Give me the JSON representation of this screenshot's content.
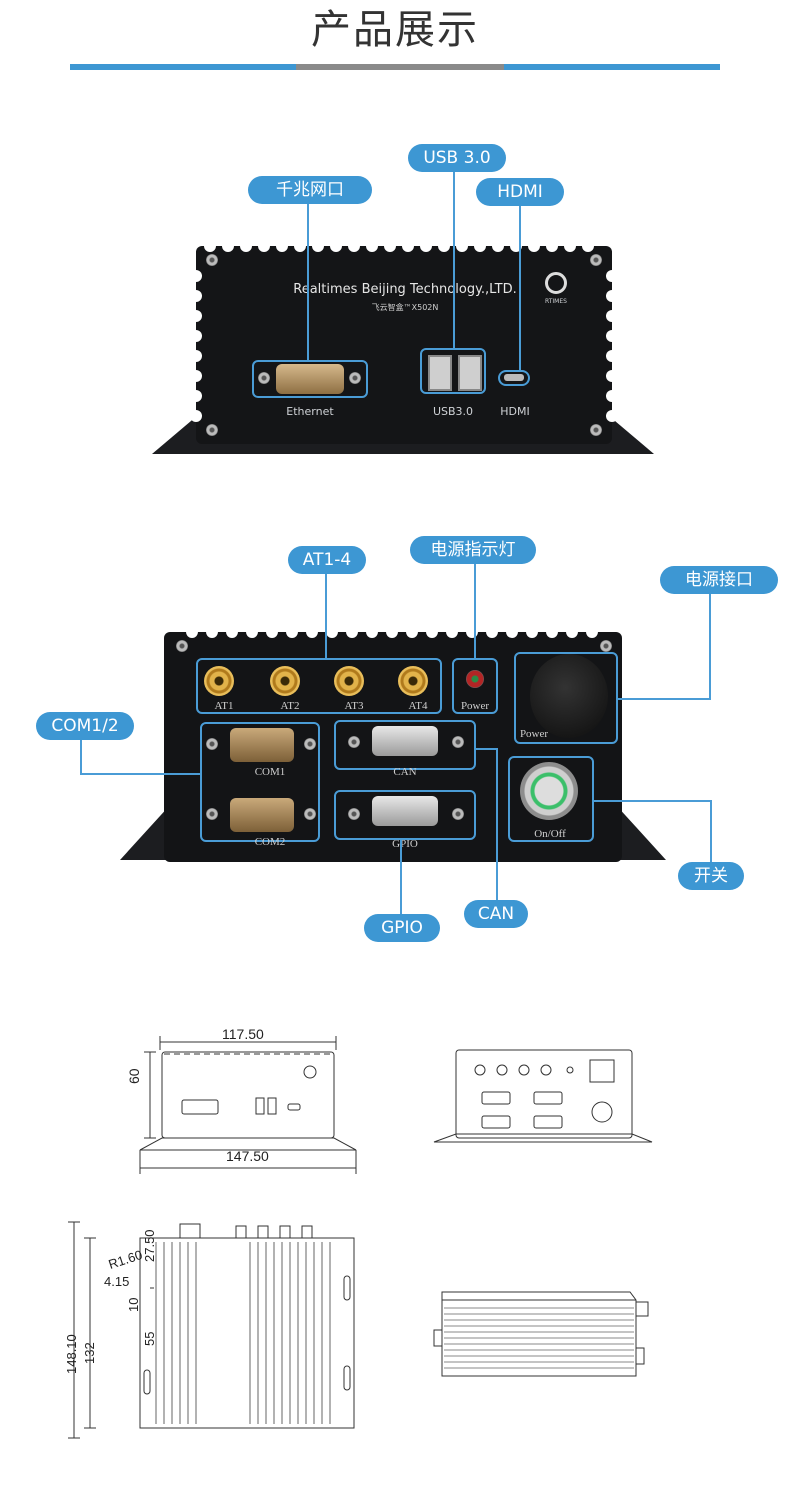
{
  "page": {
    "title": "产品展示",
    "colors": {
      "accent": "#3d97d3",
      "divider_mid": "#888888"
    }
  },
  "front": {
    "brand": "Realtimes Beijing Technology.,LTD.",
    "model": "飞云智盒™X502N",
    "logo_text": "RTIMES",
    "callouts": {
      "ethernet": "千兆网口",
      "usb": "USB 3.0",
      "hdmi": "HDMI"
    },
    "port_labels": {
      "ethernet": "Ethernet",
      "usb": "USB3.0",
      "hdmi": "HDMI"
    }
  },
  "rear": {
    "callouts": {
      "antenna": "AT1-4",
      "power_led": "电源指示灯",
      "power_input": "电源接口",
      "com": "COM1/2",
      "switch": "开关",
      "can": "CAN",
      "gpio": "GPIO"
    },
    "port_labels": {
      "at1": "AT1",
      "at2": "AT2",
      "at3": "AT3",
      "at4": "AT4",
      "power": "Power",
      "power_input": "Power",
      "com1": "COM1",
      "com2": "COM2",
      "can": "CAN",
      "gpio": "GPIO",
      "onoff": "On/Off"
    }
  },
  "drawings": {
    "front_view": {
      "width_top": "117.50",
      "height": "60",
      "width_bottom": "147.50"
    },
    "top_view": {
      "r": "R1.60",
      "d1": "27.50",
      "d2": "4.15",
      "d3": "10",
      "d4": "55",
      "d5": "132",
      "d6": "148.10"
    }
  }
}
